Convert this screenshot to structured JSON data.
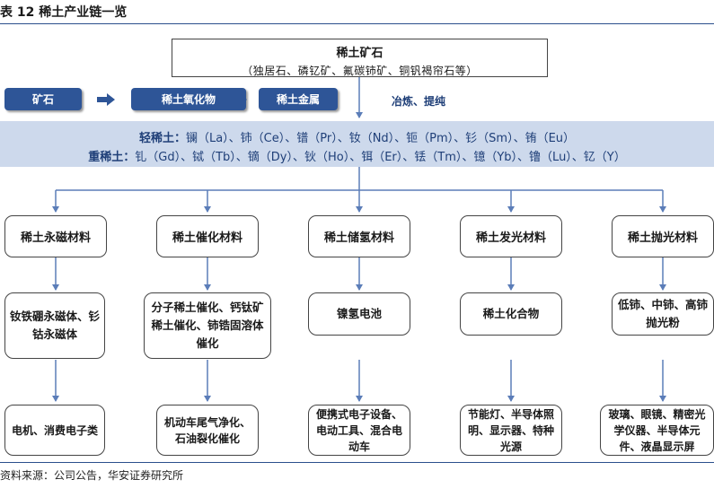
{
  "title": "表 12 稀土产业链一览",
  "source": "资料来源：公司公告，华安证券研究所",
  "top": {
    "line1": "稀土矿石",
    "line2": "（独居石、磷钇矿、氟碳铈矿、铜钒褐帘石等）"
  },
  "flow": [
    "矿石",
    "稀土氧化物",
    "稀土金属"
  ],
  "refine_label": "冶炼、提纯",
  "light": {
    "label": "轻稀土：",
    "items": "镧（La）、铈（Ce）、镨（Pr）、钕（Nd）、钷（Pm）、钐（Sm）、铕（Eu）"
  },
  "heavy": {
    "label": "重稀土：",
    "items": "钆（Gd）、铽（Tb）、镝（Dy）、钬（Ho）、铒（Er）、铥（Tm）、镱（Yb）、镥（Lu）、钇（Y）"
  },
  "columns": [
    {
      "material": "稀土永磁材料",
      "product": "钕铁硼永磁体、钐钴永磁体",
      "application": "电机、消费电子类"
    },
    {
      "material": "稀土催化材料",
      "product": "分子稀土催化、钙钛矿稀土催化、铈锆固溶体催化",
      "application": "机动车尾气净化、石油裂化催化"
    },
    {
      "material": "稀土储氢材料",
      "product": "镍氢电池",
      "application": "便携式电子设备、电动工具、混合电动车"
    },
    {
      "material": "稀土发光材料",
      "product": "稀土化合物",
      "application": "节能灯、半导体照明、显示器、特种光源"
    },
    {
      "material": "稀土抛光材料",
      "product": "低铈、中铈、高铈抛光粉",
      "application": "玻璃、眼镜、精密光学仪器、半导体元件、液晶显示屏"
    }
  ],
  "colors": {
    "navy": "#2e5597",
    "band": "#cdd9ec",
    "line": "#5b7db8",
    "text_blue": "#1f3f78"
  }
}
